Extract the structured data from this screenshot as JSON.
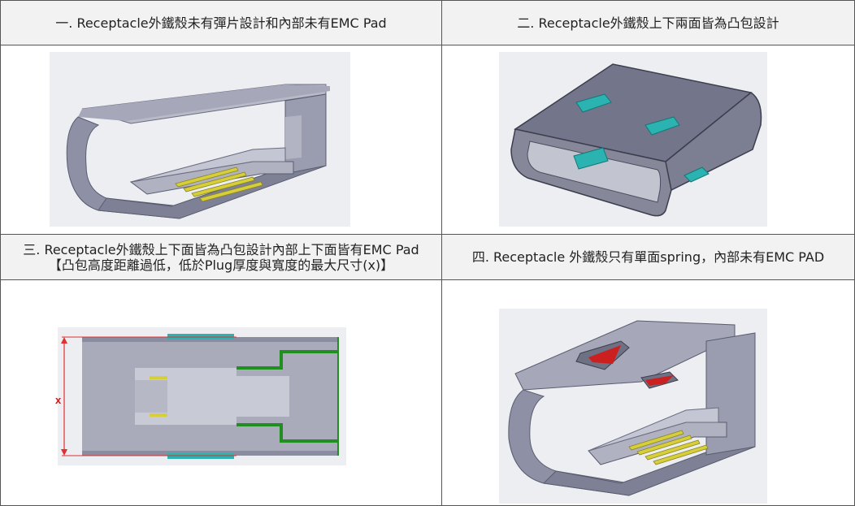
{
  "panels": [
    {
      "caption": "一. Receptacle外鐵殼未有彈片設計和內部未有EMC Pad"
    },
    {
      "caption": "二. Receptacle外鐵殼上下兩面皆為凸包設計"
    },
    {
      "caption_line1": "三. Receptacle外鐵殼上下面皆為凸包設計內部上下面皆有EMC Pad",
      "caption_line2": "【凸包高度距離過低，低於Plug厚度與寬度的最大尺寸(x)】",
      "dimension_label": "x"
    },
    {
      "caption": "四. Receptacle 外鐵殼只有單面spring，內部未有EMC PAD"
    }
  ],
  "colors": {
    "shell": "#8e90a6",
    "shell_dark": "#5a5c6e",
    "contacts": "#d6cf3a",
    "emc_pad": "#2ab3b0",
    "spring": "#cc1f1f",
    "plug_outline": "#1f8f1f",
    "dimension": "#e03030"
  }
}
